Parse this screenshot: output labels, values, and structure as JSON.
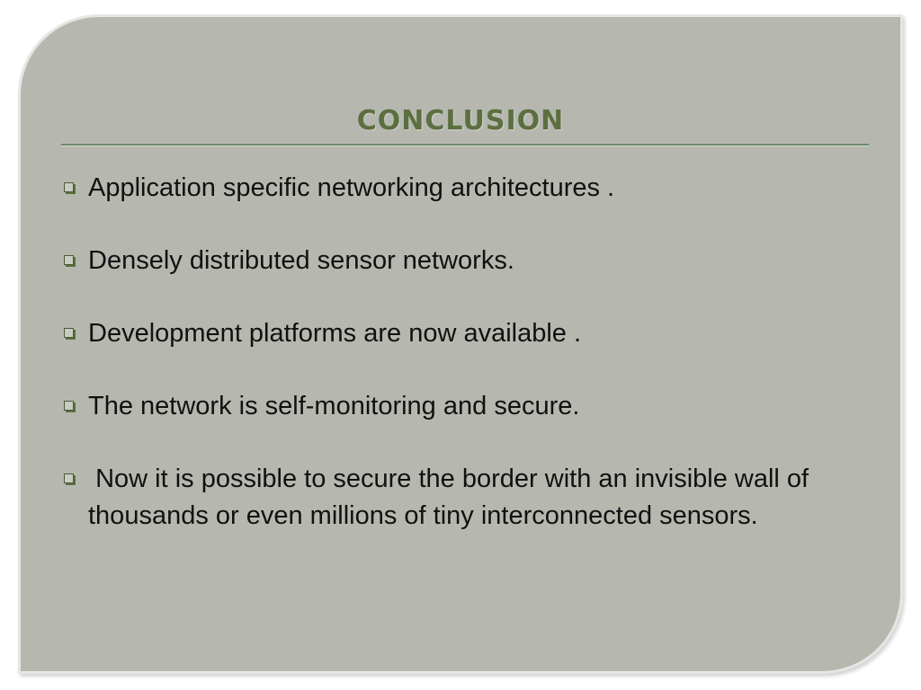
{
  "slide": {
    "title": "CONCLUSION",
    "bullets": [
      "Application specific networking architectures .",
      "Densely distributed sensor networks.",
      "Development platforms are now available .",
      "The network is self-monitoring and secure.",
      " Now it is possible to secure the border with an invisible wall of thousands or even millions of tiny interconnected sensors."
    ]
  },
  "colors": {
    "background": "#b6b8b0",
    "title": "#5c6f3f",
    "rule": "#6e8a6e",
    "text": "#111111"
  },
  "icons": {
    "bullet": "hollow-square-bullet-icon"
  }
}
